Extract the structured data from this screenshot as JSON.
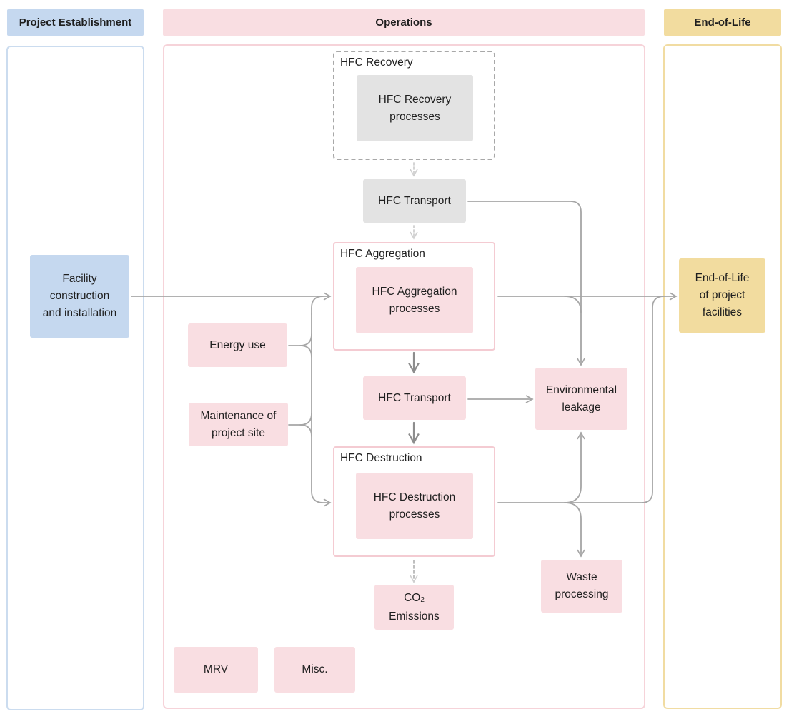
{
  "columns": {
    "establishment": "Project Establishment",
    "operations": "Operations",
    "end_of_life": "End-of-Life"
  },
  "groups": {
    "recovery": "HFC Recovery",
    "aggregation": "HFC Aggregation",
    "destruction": "HFC Destruction"
  },
  "nodes": {
    "recovery_processes": [
      "HFC Recovery",
      "processes"
    ],
    "transport_top": "HFC Transport",
    "aggregation_processes": [
      "HFC Aggregation",
      "processes"
    ],
    "transport_mid": "HFC Transport",
    "destruction_processes": [
      "HFC Destruction",
      "processes"
    ],
    "co2_emissions": {
      "prefix": "CO",
      "subscript": "2",
      "line2": "Emissions"
    },
    "facility": [
      "Facility",
      "construction",
      "and installation"
    ],
    "energy_use": "Energy use",
    "maintenance": [
      "Maintenance of",
      "project site"
    ],
    "environmental_leakage": [
      "Environmental",
      "leakage"
    ],
    "waste_processing": [
      "Waste",
      "processing"
    ],
    "end_of_life_facilities": [
      "End-of-Life",
      "of project",
      "facilities"
    ],
    "mrv": "MRV",
    "misc": "Misc."
  },
  "colors": {
    "operations": "#f9dee2",
    "establishment": "#c5d8ef",
    "end_of_life": "#f2dc9f",
    "neutral": "#e3e3e3",
    "connector": "#a6a6a6"
  }
}
